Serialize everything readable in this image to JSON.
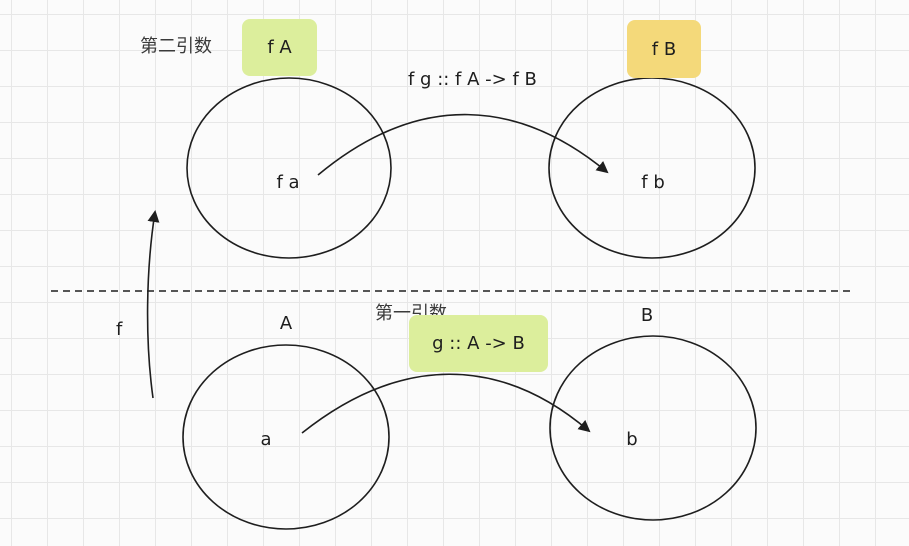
{
  "upper": {
    "section_label": "第二引数",
    "left_tag": "f A",
    "right_tag": "f B",
    "mapping_label": "f g :: f A -> f B",
    "left_element": "f a",
    "right_element": "f b"
  },
  "lower": {
    "section_label": "第一引数",
    "left_set_label": "A",
    "right_set_label": "B",
    "mapping_tag": "g :: A -> B",
    "left_element": "a",
    "right_element": "b"
  },
  "lift_label": "f",
  "colors": {
    "tag_green": "#dcee9c",
    "tag_yellow": "#f4d97a",
    "stroke": "#1e1e1e",
    "grid": "#e7e7e7"
  }
}
